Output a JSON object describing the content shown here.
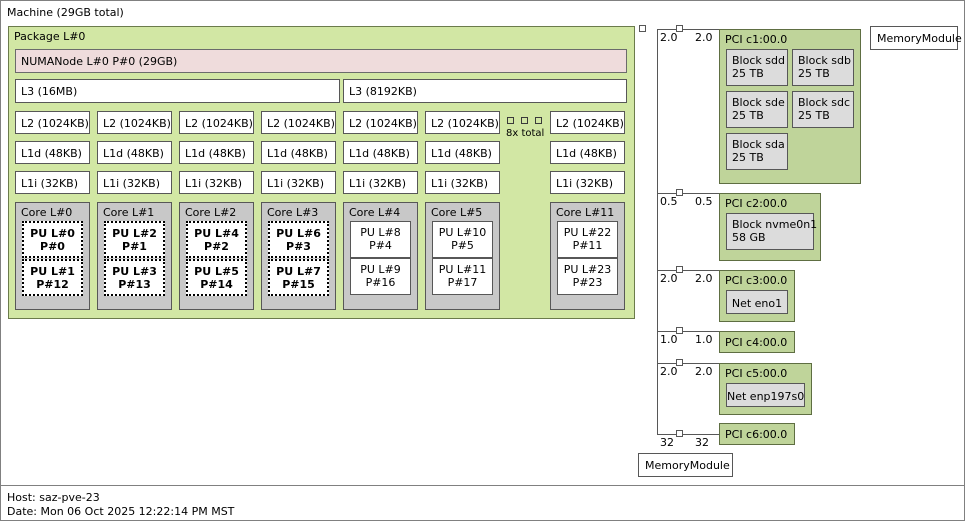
{
  "machine": {
    "title": "Machine (29GB total)"
  },
  "package": {
    "title": "Package L#0"
  },
  "numanode": {
    "title": "NUMANode L#0 P#0 (29GB)"
  },
  "l3": [
    {
      "label": "L3 (16MB)"
    },
    {
      "label": "L3 (8192KB)"
    }
  ],
  "l2_label": "L2 (1024KB)",
  "l1d_label": "L1d (48KB)",
  "l1i_label": "L1i (32KB)",
  "l2": [
    "L2 (1024KB)",
    "L2 (1024KB)",
    "L2 (1024KB)",
    "L2 (1024KB)",
    "L2 (1024KB)",
    "L2 (1024KB)",
    "L2 (1024KB)"
  ],
  "l1d": [
    "L1d (48KB)",
    "L1d (48KB)",
    "L1d (48KB)",
    "L1d (48KB)",
    "L1d (48KB)",
    "L1d (48KB)",
    "L1d (48KB)"
  ],
  "l1i": [
    "L1i (32KB)",
    "L1i (32KB)",
    "L1i (32KB)",
    "L1i (32KB)",
    "L1i (32KB)",
    "L1i (32KB)",
    "L1i (32KB)"
  ],
  "ellipsis": {
    "label": "8x total",
    "squares": 3
  },
  "cores": [
    {
      "label": "Core L#0",
      "bold": true,
      "pus": [
        {
          "l": "PU L#0",
          "p": "P#0"
        },
        {
          "l": "PU L#1",
          "p": "P#12"
        }
      ]
    },
    {
      "label": "Core L#1",
      "bold": true,
      "pus": [
        {
          "l": "PU L#2",
          "p": "P#1"
        },
        {
          "l": "PU L#3",
          "p": "P#13"
        }
      ]
    },
    {
      "label": "Core L#2",
      "bold": true,
      "pus": [
        {
          "l": "PU L#4",
          "p": "P#2"
        },
        {
          "l": "PU L#5",
          "p": "P#14"
        }
      ]
    },
    {
      "label": "Core L#3",
      "bold": true,
      "pus": [
        {
          "l": "PU L#6",
          "p": "P#3"
        },
        {
          "l": "PU L#7",
          "p": "P#15"
        }
      ]
    },
    {
      "label": "Core L#4",
      "bold": false,
      "pus": [
        {
          "l": "PU L#8",
          "p": "P#4"
        },
        {
          "l": "PU L#9",
          "p": "P#16"
        }
      ]
    },
    {
      "label": "Core L#5",
      "bold": false,
      "pus": [
        {
          "l": "PU L#10",
          "p": "P#5"
        },
        {
          "l": "PU L#11",
          "p": "P#17"
        }
      ]
    },
    {
      "label": "Core L#11",
      "bold": false,
      "pus": [
        {
          "l": "PU L#22",
          "p": "P#11"
        },
        {
          "l": "PU L#23",
          "p": "P#23"
        }
      ]
    }
  ],
  "pci": [
    {
      "label": "PCI c1:00.0",
      "bw_left": "2.0",
      "bw_right": "2.0",
      "devices": [
        {
          "l1": "Block sdd",
          "l2": "25 TB"
        },
        {
          "l1": "Block sdb",
          "l2": "25 TB"
        },
        {
          "l1": "Block sde",
          "l2": "25 TB"
        },
        {
          "l1": "Block sdc",
          "l2": "25 TB"
        },
        {
          "l1": "Block sda",
          "l2": "25 TB"
        }
      ]
    },
    {
      "label": "PCI c2:00.0",
      "bw_left": "0.5",
      "bw_right": "0.5",
      "devices": [
        {
          "l1": "Block nvme0n1",
          "l2": "58 GB"
        }
      ]
    },
    {
      "label": "PCI c3:00.0",
      "bw_left": "2.0",
      "bw_right": "2.0",
      "devices": [
        {
          "l1": "Net eno1",
          "l2": ""
        }
      ]
    },
    {
      "label": "PCI c4:00.0",
      "bw_left": "1.0",
      "bw_right": "1.0",
      "devices": []
    },
    {
      "label": "PCI c5:00.0",
      "bw_left": "2.0",
      "bw_right": "2.0",
      "devices": [
        {
          "l1": "Net enp197s0",
          "l2": ""
        }
      ]
    },
    {
      "label": "PCI c6:00.0",
      "bw_left": "32",
      "bw_right": "32",
      "devices": []
    }
  ],
  "memory_modules": [
    {
      "label": "MemoryModule"
    },
    {
      "label": "MemoryModule"
    }
  ],
  "footer": {
    "host": "Host: saz-pve-23",
    "date": "Date: Mon 06 Oct 2025 12:22:14 PM MST"
  },
  "colors": {
    "package": "#d2e7a4",
    "numanode": "#efdcdc",
    "pci": "#bfd49a",
    "core": "#c8c8c8",
    "osdev": "#dcdcdc",
    "line": "#575757"
  }
}
